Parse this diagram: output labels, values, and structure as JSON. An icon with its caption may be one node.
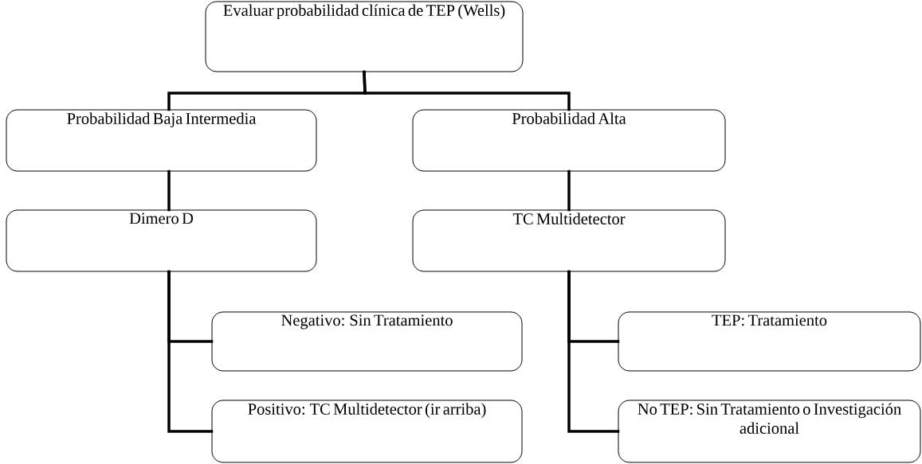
{
  "diagram": {
    "nodes": [
      {
        "text": [
          "Evaluar probabilidad clínica de TEP (Wells)"
        ]
      },
      {
        "text": [
          "Probabilidad Baja Intermedia"
        ]
      },
      {
        "text": [
          "Probabilidad Alta"
        ]
      },
      {
        "text": [
          "Dimero D"
        ]
      },
      {
        "text": [
          "TC Multidetector"
        ]
      },
      {
        "text": [
          "Negativo: Sin Tratamiento"
        ]
      },
      {
        "text": [
          "Positivo: TC Multidetector (ir arriba)"
        ]
      },
      {
        "text": [
          "TEP: Tratamiento"
        ]
      },
      {
        "text": [
          "No TEP: Sin Tratamiento o Investigación adicional"
        ]
      }
    ],
    "edges": [
      {
        "from": 0,
        "to": 1,
        "arrow": "none"
      },
      {
        "from": 0,
        "to": 2,
        "arrow": "none"
      },
      {
        "from": 1,
        "to": 3,
        "arrow": "none"
      },
      {
        "from": 2,
        "to": 4,
        "arrow": "none"
      },
      {
        "from": 3,
        "to": 5,
        "arrow": "none"
      },
      {
        "from": 3,
        "to": 6,
        "arrow": "none"
      },
      {
        "from": 4,
        "to": 7,
        "arrow": "none"
      },
      {
        "from": 4,
        "to": 8,
        "arrow": "none"
      }
    ]
  }
}
